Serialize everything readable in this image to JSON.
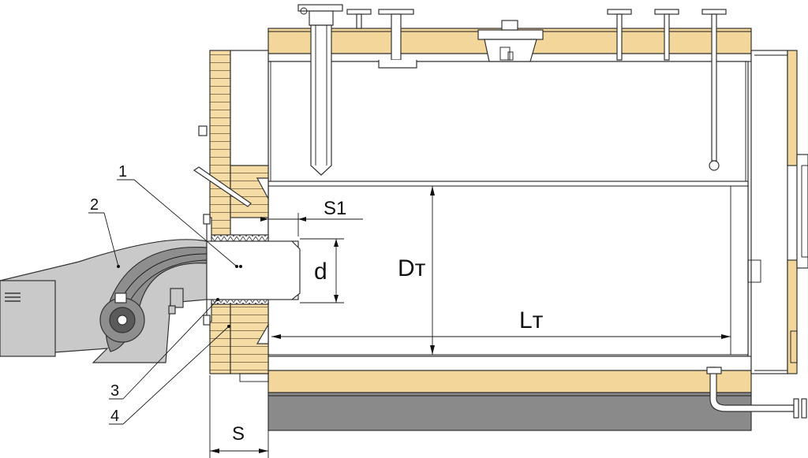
{
  "callouts": [
    "1",
    "2",
    "3",
    "4"
  ],
  "dimensions": {
    "s1": "S1",
    "d": "d",
    "dt": "Dт",
    "lt": "Lт",
    "s": "S"
  },
  "colors": {
    "insulation": "#f2d69a",
    "brick": "#f5dca4",
    "burner_body": "#c9c9c9",
    "burner_dark": "#8e8e8e",
    "base": "#8a8a8a",
    "outline": "#1a1a1a"
  }
}
